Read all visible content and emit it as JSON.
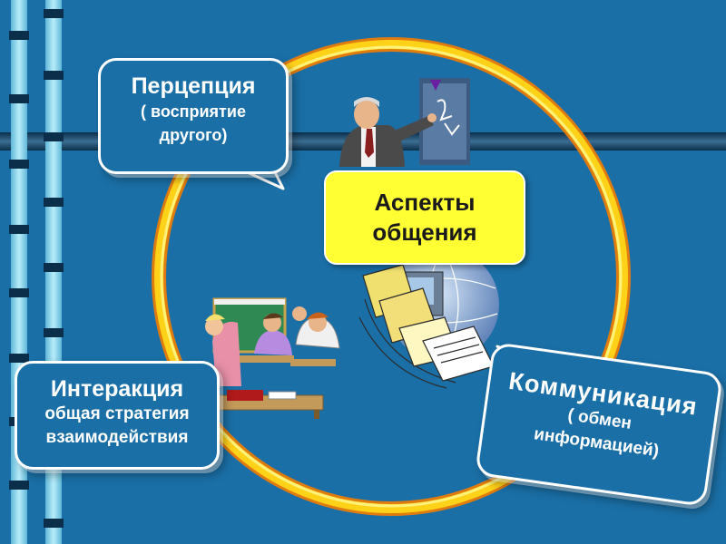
{
  "center": {
    "line1": "Аспекты",
    "line2": "общения"
  },
  "perception": {
    "title": "Перцепция",
    "line1": "( восприятие",
    "line2": "другого)"
  },
  "interaction": {
    "title": "Интеракция",
    "line1": "общая стратегия",
    "line2": "взаимодействия"
  },
  "communication": {
    "title": "Коммуникация",
    "line1": "( обмен",
    "line2": "информацией)"
  },
  "colors": {
    "background": "#1a6fa6",
    "ring": "#ffd21a",
    "center_box": "#ffff33",
    "callout_border": "#ffffff",
    "stripe": "#8fd8f0"
  }
}
